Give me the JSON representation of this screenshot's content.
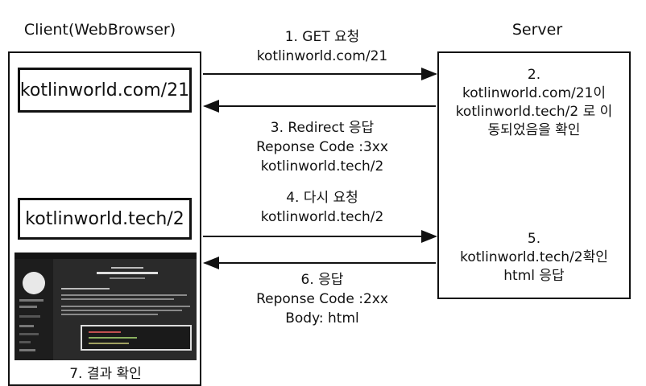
{
  "client_title": "Client(WebBrowser)",
  "server_title": "Server",
  "client_url_1": "kotlinworld.com/21",
  "client_url_2": "kotlinworld.tech/2",
  "step1": {
    "line1": "1. GET 요청",
    "line2": "kotlinworld.com/21"
  },
  "step2": {
    "line1": "2.",
    "line2": "kotlinworld.com/21이",
    "line3": "kotlinworld.tech/2 로 이",
    "line4": "동되었음을 확인"
  },
  "step3": {
    "line1": "3. Redirect 응답",
    "line2": "Reponse Code :3xx",
    "line3": "kotlinworld.tech/2"
  },
  "step4": {
    "line1": "4. 다시 요청",
    "line2": "kotlinworld.tech/2"
  },
  "step5": {
    "line1": "5.",
    "line2": "kotlinworld.tech/2확인",
    "line3": "html 응답"
  },
  "step6": {
    "line1": "6. 응답",
    "line2": "Reponse Code :2xx",
    "line3": "Body: html"
  },
  "step7": "7. 결과 확인",
  "colors": {
    "line": "#111111",
    "screenshot_bg": "#2a2a2a"
  }
}
